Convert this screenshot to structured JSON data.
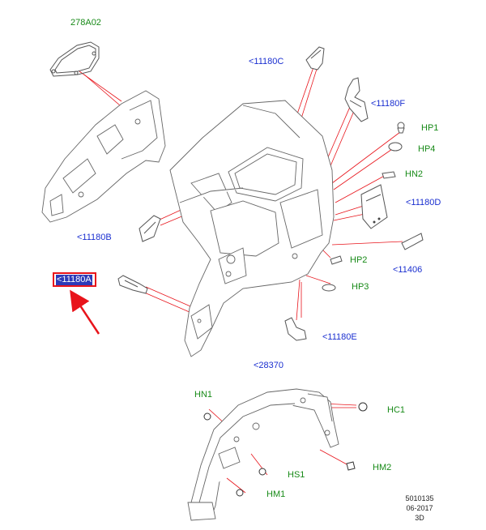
{
  "colors": {
    "callout_blue": "#1a2fd0",
    "callout_green": "#178a17",
    "leader_red": "#e8141b",
    "selection_fill": "#2d3ab8",
    "part_stroke": "#555555"
  },
  "callouts": {
    "p278a02": "278A02",
    "p11180c": "<11180C",
    "p11180f": "<11180F",
    "hp1": "HP1",
    "hp4": "HP4",
    "hn2": "HN2",
    "p11180d": "<11180D",
    "p11180b": "<11180B",
    "p11406": "<11406",
    "hp2": "HP2",
    "p11180a": "<11180A",
    "hp3": "HP3",
    "p11180e": "<11180E",
    "p28370": "<28370",
    "hn1": "HN1",
    "hc1": "HC1",
    "hs1": "HS1",
    "hm2": "HM2",
    "hm1": "HM1"
  },
  "footer": {
    "drawing_no": "5010135",
    "date": "06-2017",
    "view": "3D"
  }
}
